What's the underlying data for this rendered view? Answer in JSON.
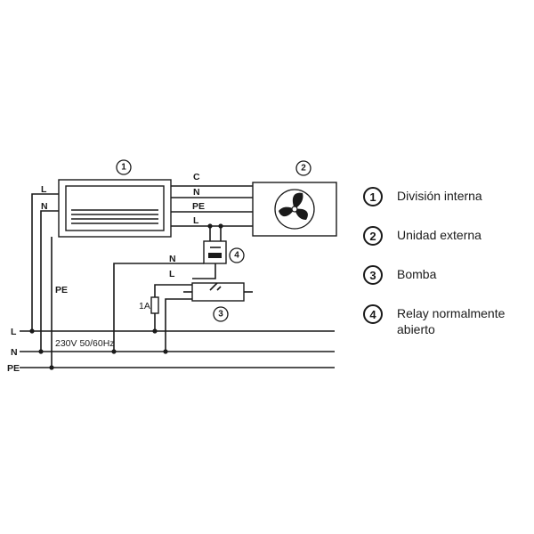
{
  "labels": {
    "L": "L",
    "N": "N",
    "PE": "PE",
    "C": "C",
    "fuse": "1A",
    "voltage": "230V 50/60Hz"
  },
  "markers": {
    "indoor": "1",
    "outdoor": "2",
    "pump": "3",
    "relay": "4"
  },
  "legend": {
    "items": [
      {
        "num": "1",
        "text": "División interna"
      },
      {
        "num": "2",
        "text": "Unidad externa"
      },
      {
        "num": "3",
        "text": "Bomba"
      },
      {
        "num": "4",
        "text": "Relay  normalmente abierto"
      }
    ]
  }
}
